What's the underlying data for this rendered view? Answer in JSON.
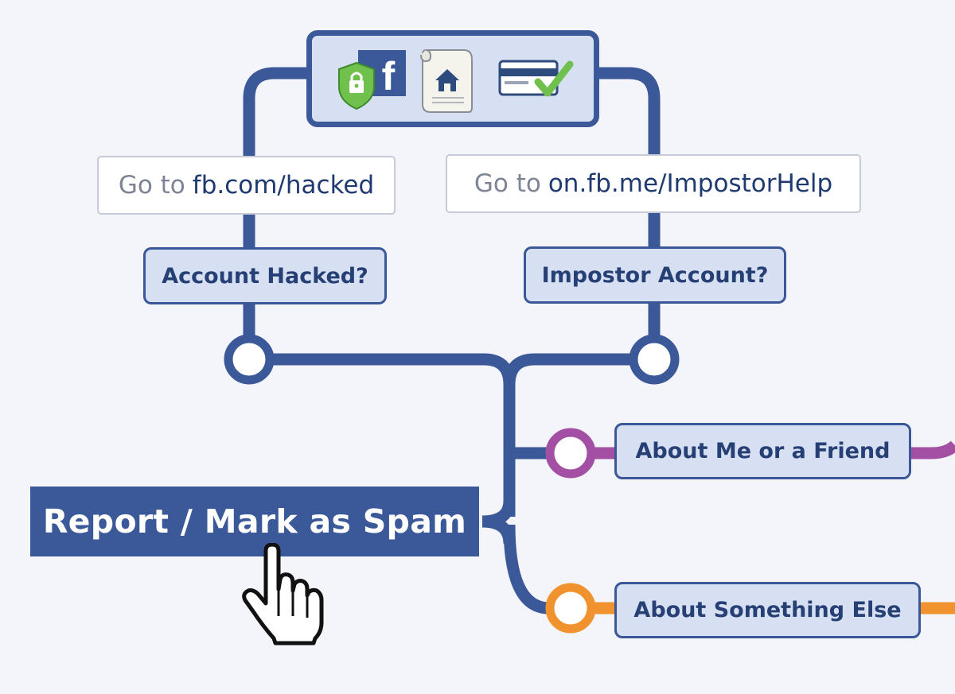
{
  "top_panel": {
    "icons": [
      "facebook-lock-icon",
      "house-deed-icon",
      "card-check-icon"
    ]
  },
  "hacked": {
    "link_prefix": "Go to",
    "link_url": "fb.com/hacked",
    "question": "Account Hacked?"
  },
  "impostor": {
    "link_prefix": "Go to",
    "link_url": "on.fb.me/ImpostorHelp",
    "question": "Impostor Account?"
  },
  "main_action": {
    "label": "Report / Mark as Spam"
  },
  "branches": [
    {
      "label": "About Me or a Friend",
      "color": "#a24fa4"
    },
    {
      "label": "About Something Else",
      "color": "#f0922e"
    }
  ],
  "colors": {
    "line": "#3b5899",
    "box_fill": "#d7e0f2",
    "background": "#f4f5fa"
  }
}
